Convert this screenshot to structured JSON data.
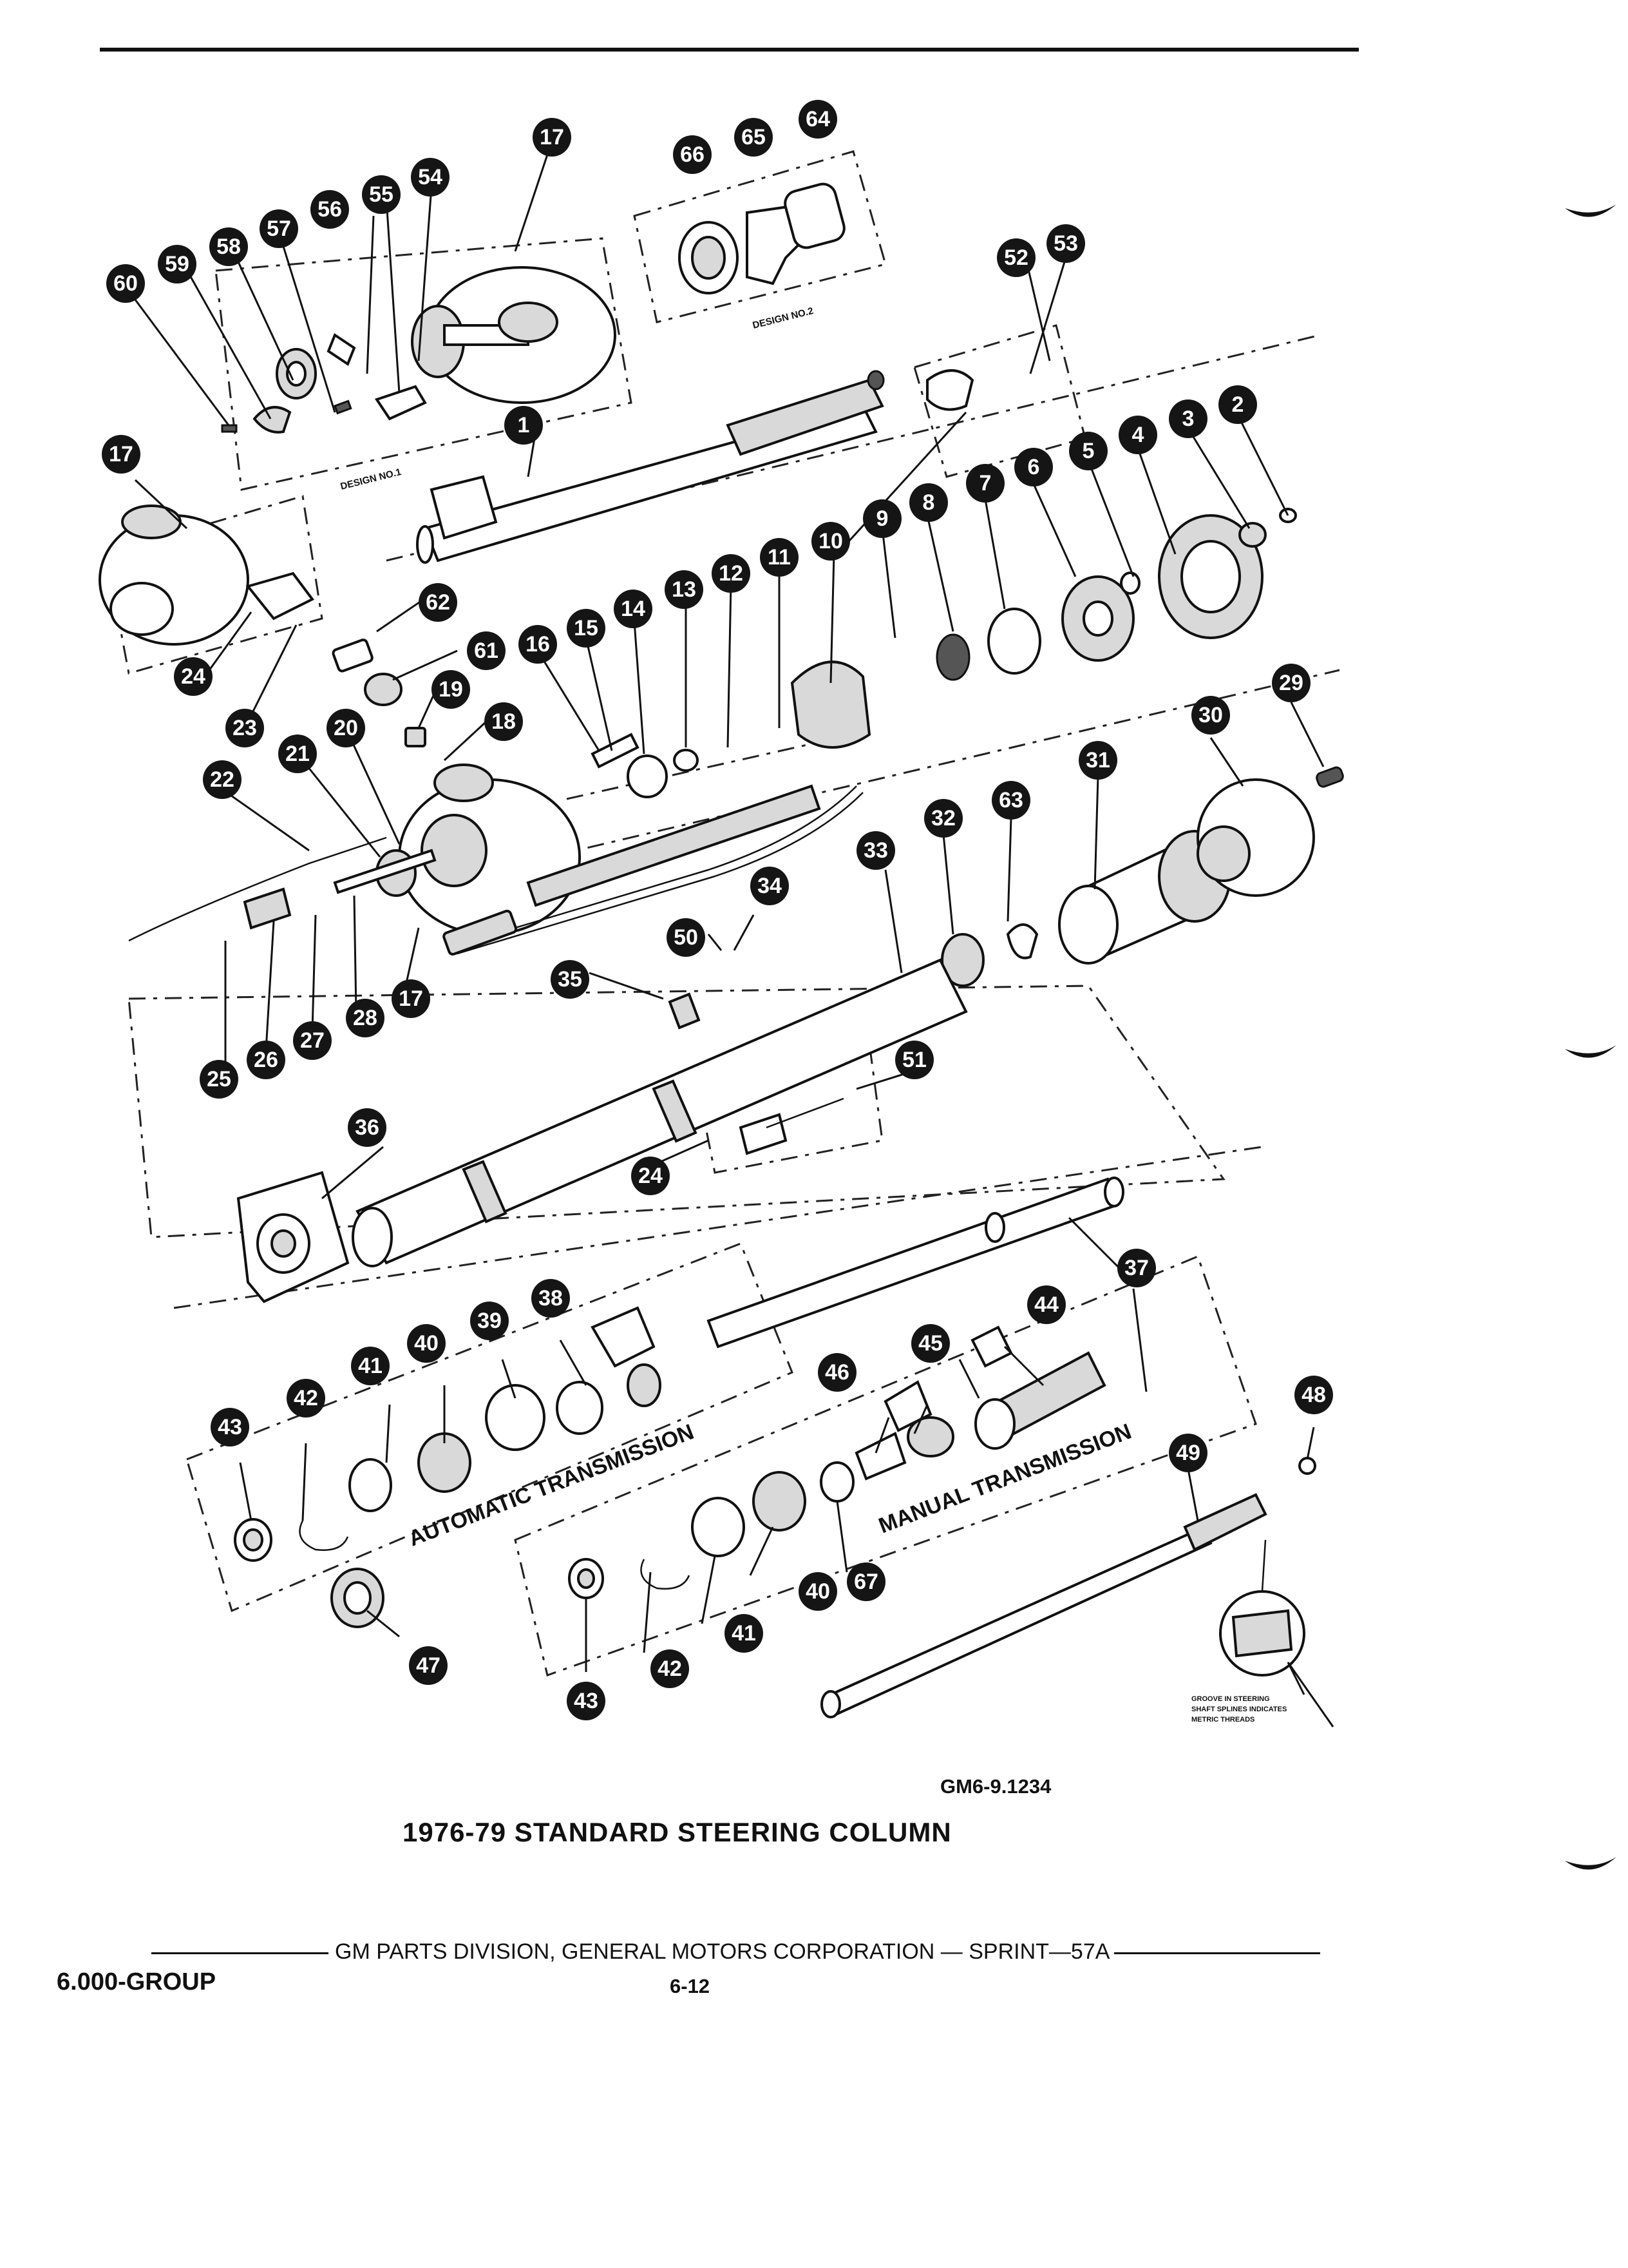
{
  "diagram": {
    "callouts": [
      "1",
      "2",
      "3",
      "4",
      "5",
      "6",
      "7",
      "8",
      "9",
      "10",
      "11",
      "12",
      "13",
      "14",
      "15",
      "16",
      "17",
      "17",
      "17",
      "18",
      "19",
      "20",
      "21",
      "22",
      "23",
      "24",
      "24",
      "25",
      "26",
      "27",
      "28",
      "29",
      "30",
      "31",
      "32",
      "33",
      "34",
      "35",
      "36",
      "37",
      "38",
      "39",
      "40",
      "40",
      "41",
      "41",
      "42",
      "42",
      "43",
      "43",
      "44",
      "45",
      "46",
      "47",
      "48",
      "49",
      "50",
      "51",
      "52",
      "53",
      "54",
      "55",
      "56",
      "57",
      "58",
      "59",
      "60",
      "61",
      "62",
      "63",
      "64",
      "65",
      "66",
      "67"
    ],
    "labels": {
      "design_1": "DESIGN NO.1",
      "design_2": "DESIGN NO.2",
      "automatic": "AUTOMATIC TRANSMISSION",
      "manual": "MANUAL TRANSMISSION",
      "groove_note_line1": "GROOVE IN STEERING",
      "groove_note_line2": "SHAFT SPLINES INDICATES",
      "groove_note_line3": "METRIC THREADS"
    }
  },
  "drawing_number": "GM6-9.1234",
  "figure_title": "1976-79 STANDARD STEERING COLUMN",
  "footer": {
    "publisher": "GM PARTS DIVISION, GENERAL MOTORS CORPORATION — SPRINT—57A",
    "group": "6.000-GROUP",
    "page": "6-12"
  }
}
